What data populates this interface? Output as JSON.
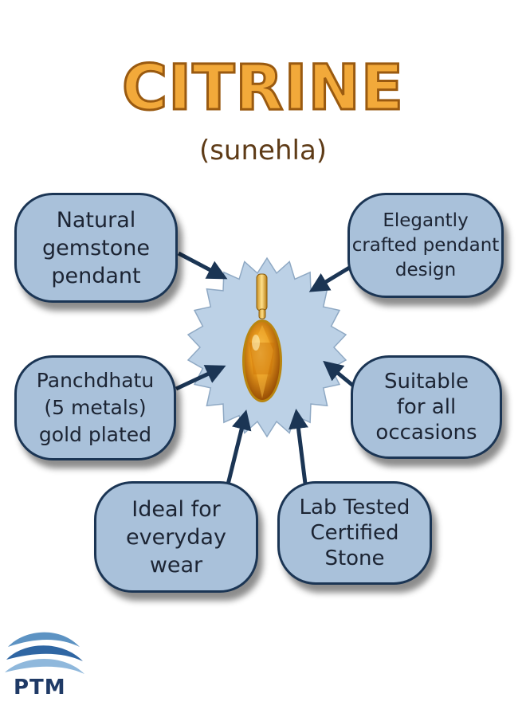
{
  "title": "CITRINE",
  "subtitle": "(sunehla)",
  "features": [
    {
      "label": "Natural\ngemstone\npendant"
    },
    {
      "label": "Elegantly\ncrafted pendant\ndesign"
    },
    {
      "label": "Panchdhatu\n(5 metals)\ngold plated"
    },
    {
      "label": "Suitable\nfor all\noccasions"
    },
    {
      "label": "Ideal for\neveryday\nwear"
    },
    {
      "label": "Lab Tested\nCertified\nStone"
    }
  ],
  "logo": {
    "text": "PTM",
    "icon": "wave-logo-icon"
  },
  "center": {
    "icon": "citrine-pendant-icon"
  },
  "colors": {
    "title_fill": "#f2a93a",
    "title_outline": "#9a5a10",
    "subtitle": "#5e3b17",
    "bubble_fill": "#a9c1da",
    "bubble_border": "#1b3554",
    "arrow": "#1b3554",
    "badge_fill": "#bcd1e6",
    "gem": "#e08a10",
    "logo": "#1f3a66"
  }
}
